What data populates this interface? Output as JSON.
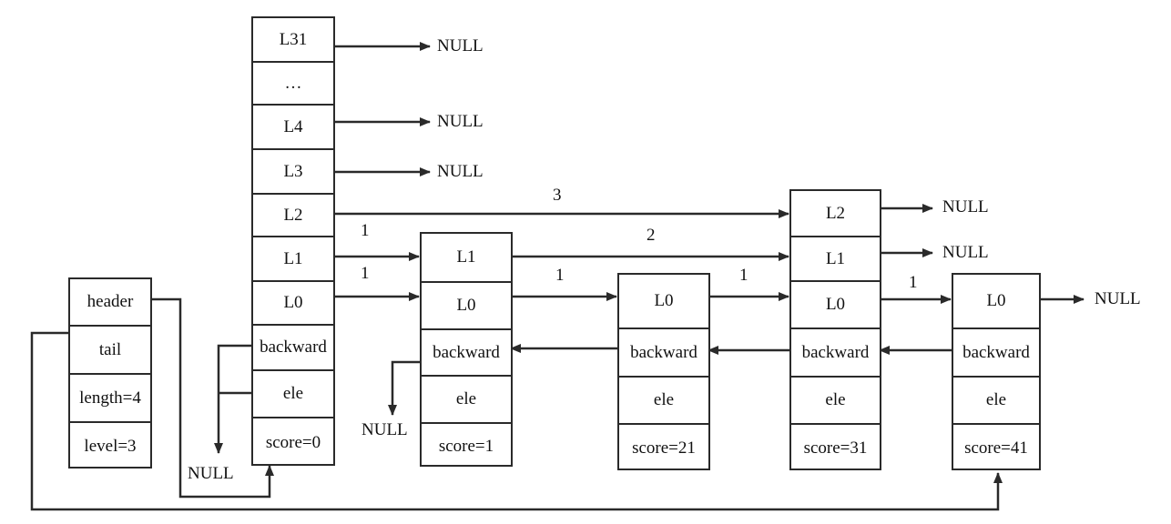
{
  "skiplist": {
    "fields": [
      "header",
      "tail",
      "length=4",
      "level=3"
    ]
  },
  "nodes": [
    {
      "id": "head",
      "cells": [
        "L31",
        "…",
        "L4",
        "L3",
        "L2",
        "L1",
        "L0",
        "backward",
        "ele",
        "score=0"
      ]
    },
    {
      "id": "n1",
      "cells": [
        "L1",
        "L0",
        "backward",
        "ele",
        "score=1"
      ]
    },
    {
      "id": "n2",
      "cells": [
        "L0",
        "backward",
        "ele",
        "score=21"
      ]
    },
    {
      "id": "n3",
      "cells": [
        "L2",
        "L1",
        "L0",
        "backward",
        "ele",
        "score=31"
      ]
    },
    {
      "id": "n4",
      "cells": [
        "L0",
        "backward",
        "ele",
        "score=41"
      ]
    }
  ],
  "null_label": "NULL",
  "spans": {
    "head_L2_to_n3": "3",
    "head_L1_to_n1": "1",
    "head_L0_to_n1": "1",
    "n1_L1_to_n3": "2",
    "n1_L0_to_n2": "1",
    "n2_L0_to_n3": "1",
    "n3_L0_to_n4": "1"
  }
}
